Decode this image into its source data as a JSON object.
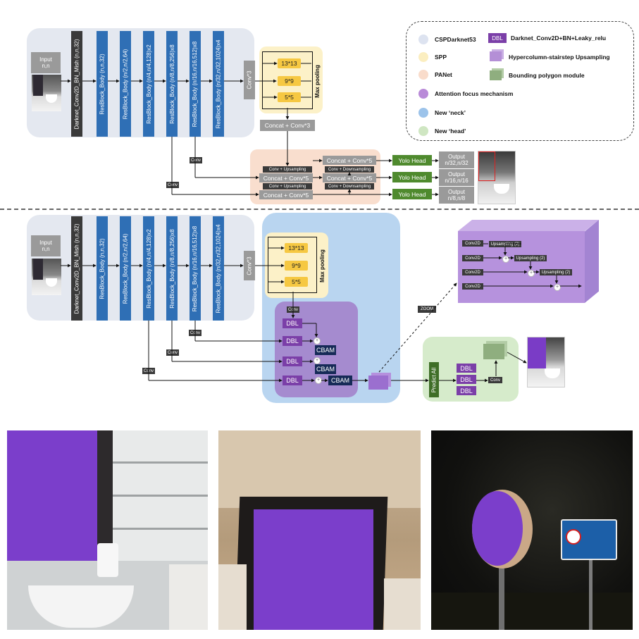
{
  "top": {
    "input_label": "Input",
    "input_size": "n,n",
    "layers": [
      "Darknet_Conv2D_BN_Mish (n,n,32)",
      "ResBlock_Body (n,n,32)",
      "ResBlock_Body (n/2,n/2,64)",
      "ResBlock_Body (n/4,n/4,128)x2",
      "ResBlock_Body (n/8,n/8,256)x8",
      "ResBlock_Body (n/16,n/16,512)x8",
      "ResBlock_Body (n/32,n/32,1024)x4"
    ],
    "conv3": "Conv*3",
    "pools": [
      "13*13",
      "9*9",
      "5*5"
    ],
    "max_pooling": "Max pooling",
    "concat_conv3": "Concat + Conv*3",
    "conv": "Conv",
    "conv_upsampling": "Conv + Upsampling",
    "conv_downsampling": "Conv + Downsampling",
    "concat_conv5": "Concat + Conv*5",
    "yolo_head": "Yolo Head",
    "outputs": [
      [
        "Output",
        "n/32,n/32"
      ],
      [
        "Output",
        "n/16,n/16"
      ],
      [
        "Output",
        "n/8,n/8"
      ]
    ]
  },
  "legend": {
    "left": [
      {
        "label": "CSPDarknet53",
        "color": "#dde3f0"
      },
      {
        "label": "SPP",
        "color": "#fbeec0"
      },
      {
        "label": "PANet",
        "color": "#f9dccb"
      },
      {
        "label": "Attention focus mechanism",
        "color": "#b98ad8"
      },
      {
        "label": "New ‘neck’",
        "color": "#9cc3ea"
      },
      {
        "label": "New ‘head’",
        "color": "#cfe6c2"
      }
    ],
    "dbl_tag": "DBL",
    "dbl_desc": "Darknet_Conv2D+BN+Leaky_relu",
    "hyper": "Hypercolumn-stairstep Upsampling",
    "bounding": "Bounding polygon module"
  },
  "bottom": {
    "dbl": "DBL",
    "cbam": "CBAM",
    "zoom": "ZOOM",
    "predict_all": "Predict All",
    "conv2d": "Conv2D",
    "upsampling2": "Upsampling (2)"
  },
  "colors": {
    "backbone_bg": "#e4e8f0",
    "spp_bg": "#fcf1c8",
    "panet_bg": "#f9dece",
    "neck_bg": "#b9d5f0",
    "attention_bg": "#a58bcf",
    "head_bg": "#d6ebcb",
    "layer_blue": "#2f6fb5",
    "dbl_purple": "#7b3fa8",
    "cbam_navy": "#162a57",
    "yolo_green": "#4f8a2e"
  }
}
